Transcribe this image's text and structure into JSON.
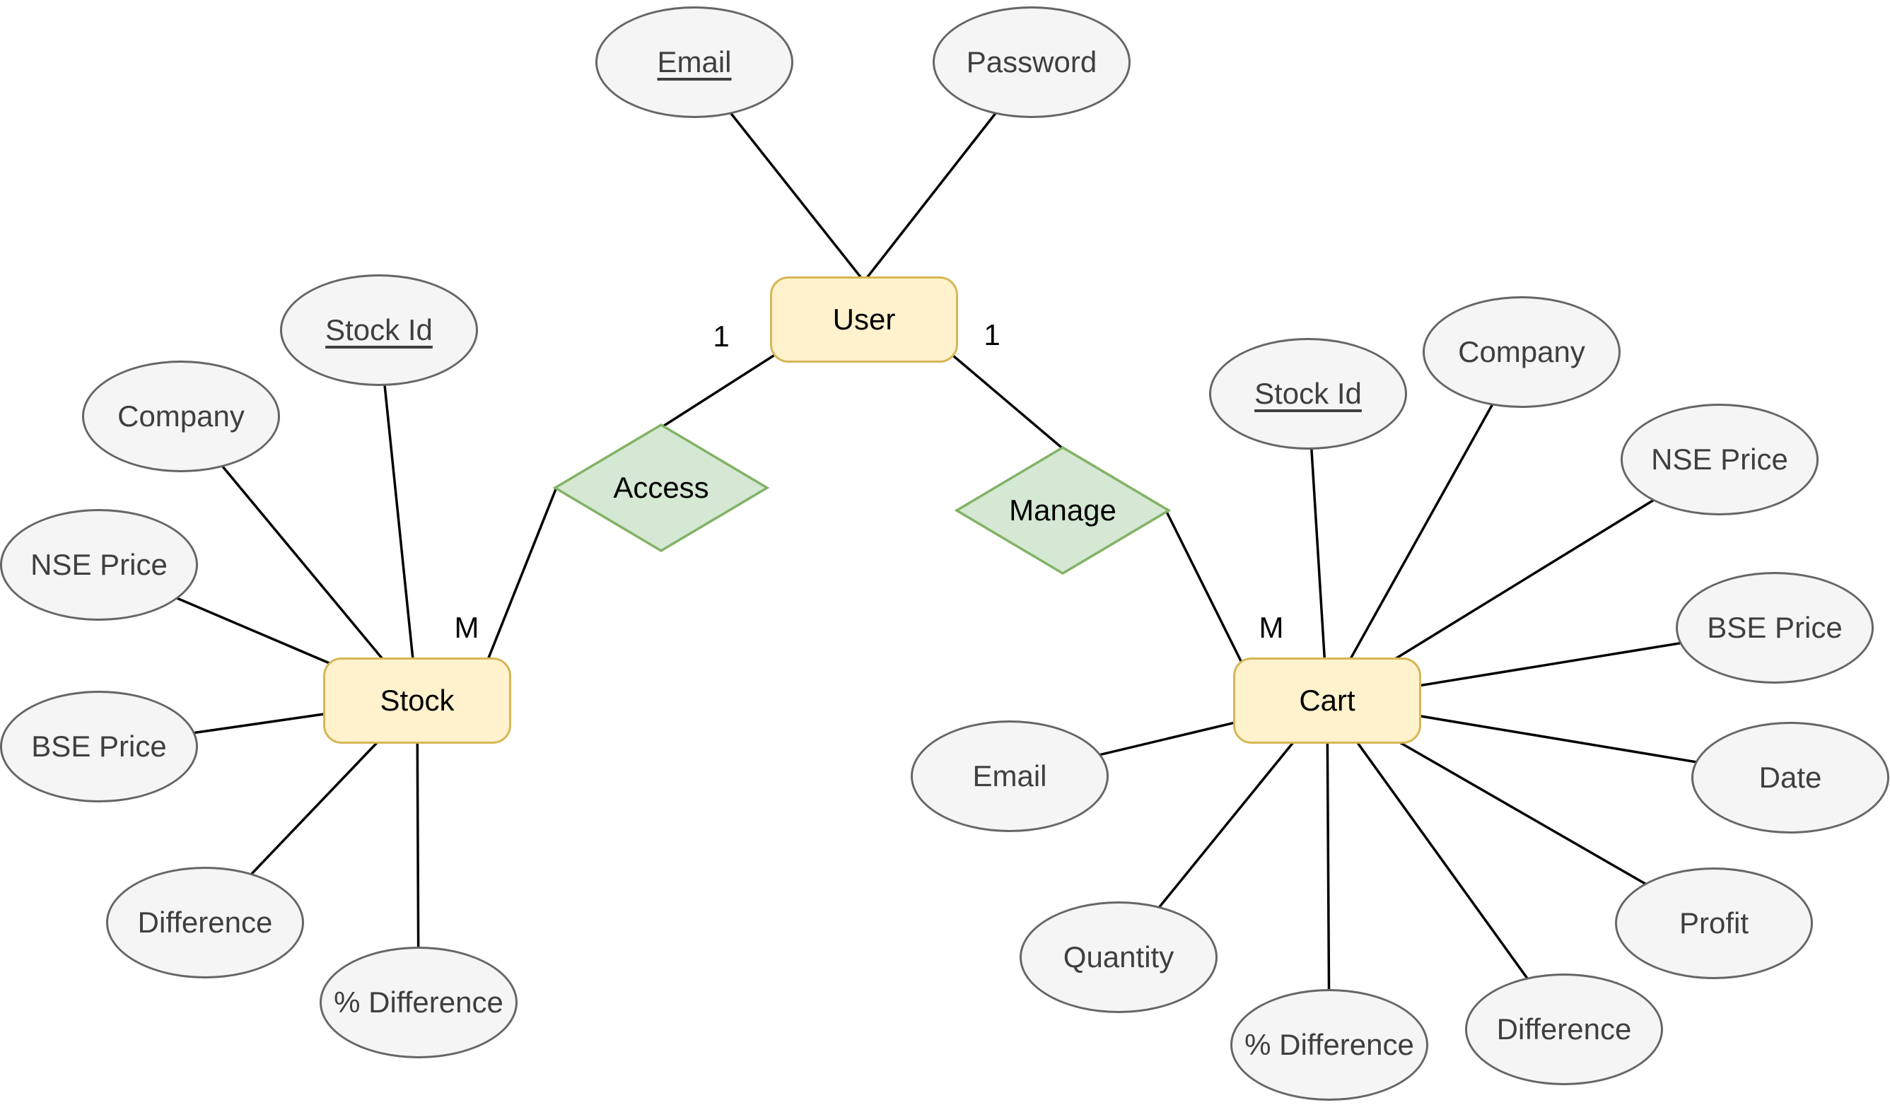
{
  "diagram_type": "entity-relationship",
  "colors": {
    "background": "#FFFFFF",
    "entity_fill": "#FFF2CC",
    "entity_border": "#D6B656",
    "relationship_fill": "#D5E8D4",
    "relationship_border": "#82B366",
    "attribute_fill": "#F5F5F5",
    "attribute_border": "#666666",
    "edge": "#000000",
    "entity_text": "#000000",
    "attribute_text": "#3F3F3F"
  },
  "entities": {
    "user": {
      "label": "User"
    },
    "stock": {
      "label": "Stock"
    },
    "cart": {
      "label": "Cart"
    }
  },
  "relationships": {
    "access": {
      "label": "Access"
    },
    "manage": {
      "label": "Manage"
    }
  },
  "cardinalities": {
    "user_access": "1",
    "user_manage": "1",
    "stock_access": "M",
    "cart_manage": "M"
  },
  "attributes": {
    "user": [
      {
        "label": "Email",
        "primary_key": true
      },
      {
        "label": "Password",
        "primary_key": false
      }
    ],
    "stock": [
      {
        "label": "Stock Id",
        "primary_key": true
      },
      {
        "label": "Company",
        "primary_key": false
      },
      {
        "label": "NSE Price",
        "primary_key": false
      },
      {
        "label": "BSE Price",
        "primary_key": false
      },
      {
        "label": "Difference",
        "primary_key": false
      },
      {
        "label": "% Difference",
        "primary_key": false
      }
    ],
    "cart": [
      {
        "label": "Stock Id",
        "primary_key": true
      },
      {
        "label": "Company",
        "primary_key": false
      },
      {
        "label": "NSE Price",
        "primary_key": false
      },
      {
        "label": "BSE Price",
        "primary_key": false
      },
      {
        "label": "Date",
        "primary_key": false
      },
      {
        "label": "Profit",
        "primary_key": false
      },
      {
        "label": "Difference",
        "primary_key": false
      },
      {
        "label": "% Difference",
        "primary_key": false
      },
      {
        "label": "Quantity",
        "primary_key": false
      },
      {
        "label": "Email",
        "primary_key": false
      }
    ]
  }
}
